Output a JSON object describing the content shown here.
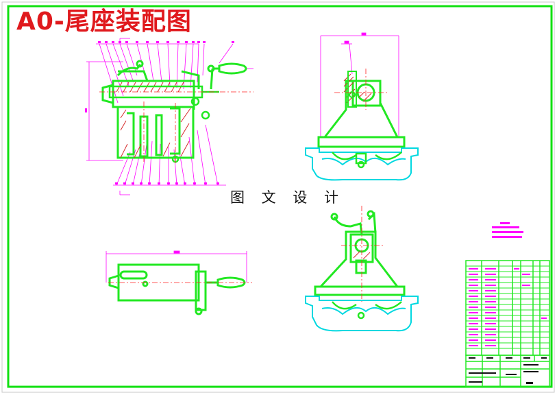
{
  "drawing": {
    "title": "A0-尾座装配图",
    "watermark": "图 文 设 计"
  },
  "colors": {
    "background": "#ffffff",
    "frame": "#10e010",
    "part_outline": "#22e822",
    "dimension": "#ff00ff",
    "centerline": "#ff2020",
    "section": "#d62b2b",
    "machine_bed": "#00d8e0",
    "title_text": "#e0191d",
    "annotation_text": "#111111"
  },
  "views": [
    {
      "name": "front-section-view"
    },
    {
      "name": "side-view"
    },
    {
      "name": "top-view"
    },
    {
      "name": "rear-view"
    }
  ]
}
